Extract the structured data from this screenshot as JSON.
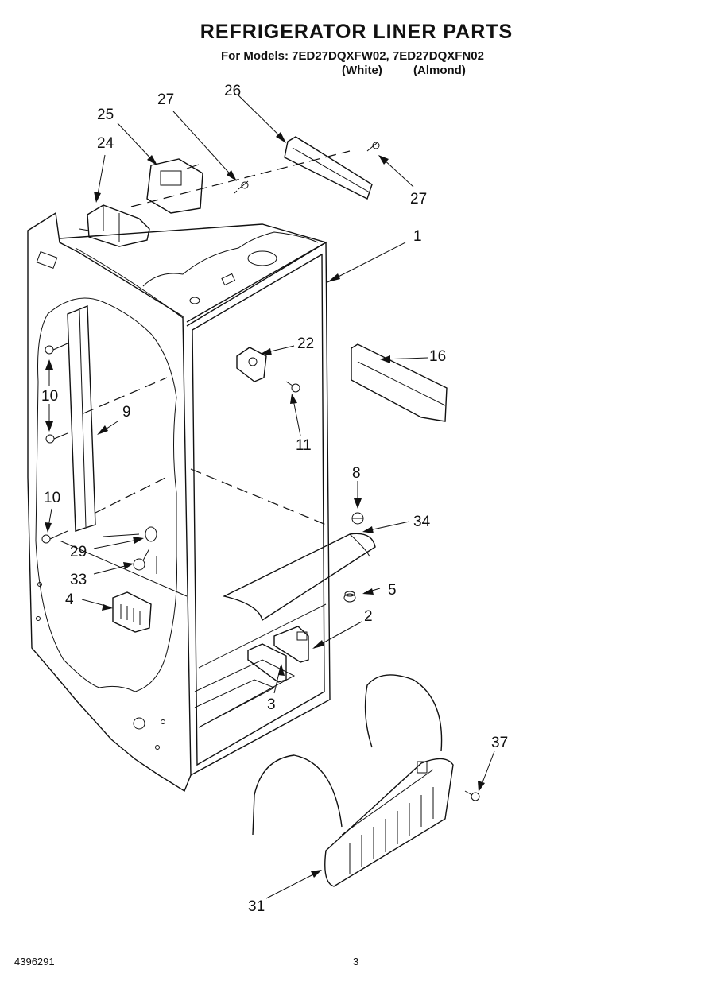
{
  "header": {
    "title": "REFRIGERATOR LINER PARTS",
    "models_line": "For Models: 7ED27DQXFW02, 7ED27DQXFN02",
    "variant_white": "(White)",
    "variant_almond": "(Almond)"
  },
  "callouts": {
    "c1": "1",
    "c2": "2",
    "c3": "3",
    "c4": "4",
    "c5": "5",
    "c8": "8",
    "c9": "9",
    "c10a": "10",
    "c10b": "10",
    "c11": "11",
    "c16": "16",
    "c22": "22",
    "c24": "24",
    "c25": "25",
    "c26": "26",
    "c27a": "27",
    "c27b": "27",
    "c29": "29",
    "c31": "31",
    "c33": "33",
    "c34": "34",
    "c37": "37"
  },
  "footer": {
    "doc_number": "4396291",
    "page_number": "3"
  }
}
